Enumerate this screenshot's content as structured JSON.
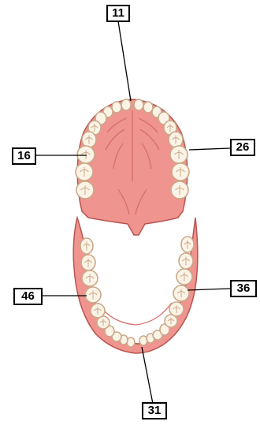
{
  "diagram": {
    "labels": {
      "upper_incisor": "11",
      "upper_right_molar": "16",
      "upper_left_molar": "26",
      "lower_right_molar": "46",
      "lower_left_molar": "36",
      "lower_incisor": "31"
    },
    "colors": {
      "gum": "#ef948e",
      "gum_dark": "#d9706c",
      "gum_edge": "#b85450",
      "tooth": "#fbf3e6",
      "tooth_outline": "#caa98a",
      "leader_line": "#000000"
    }
  }
}
